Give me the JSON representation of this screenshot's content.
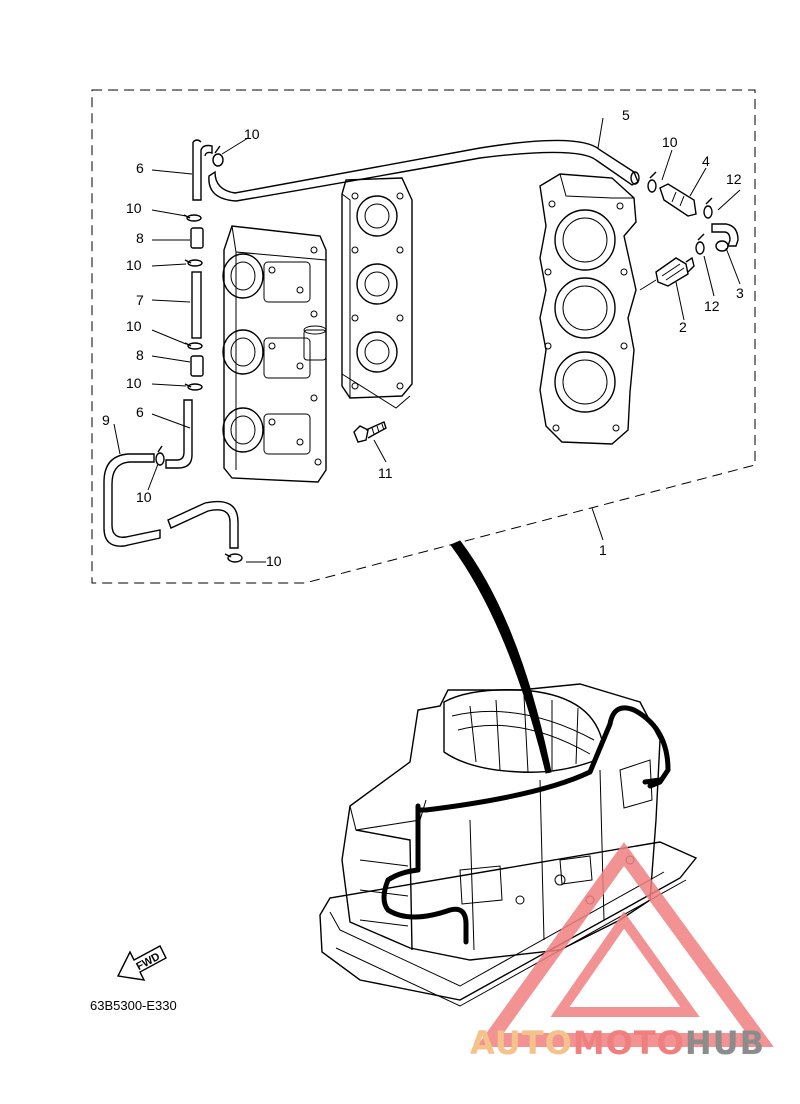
{
  "diagram": {
    "callouts": {
      "c1": "1",
      "c2": "2",
      "c3": "3",
      "c4": "4",
      "c5": "5",
      "c6a": "6",
      "c6b": "6",
      "c7": "7",
      "c8a": "8",
      "c8b": "8",
      "c9": "9",
      "c10a": "10",
      "c10b": "10",
      "c10c": "10",
      "c10d": "10",
      "c10e": "10",
      "c10f": "10",
      "c10g": "10",
      "c10h": "10",
      "c11": "11",
      "c12a": "12",
      "c12b": "12"
    },
    "part_code": "63B5300-E330",
    "fwd_label": "FWD"
  },
  "watermark": {
    "text_auto": "AUTO",
    "text_moto": "MOTO",
    "text_hub": "HUB",
    "colors": {
      "orange": "#f4c28a",
      "red": "#f08080",
      "gray": "#8c8c8c"
    }
  }
}
